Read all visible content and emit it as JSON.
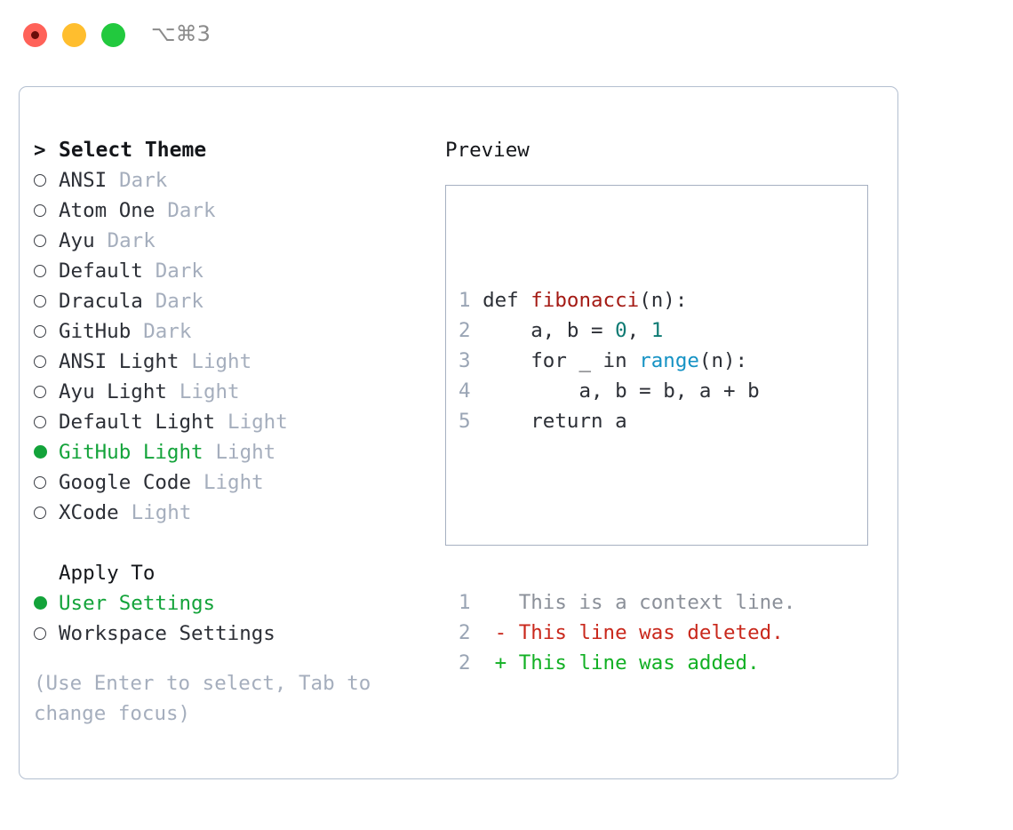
{
  "titlebar": {
    "buttons": [
      {
        "name": "close-button",
        "color": "#ff6259"
      },
      {
        "name": "minimize-button",
        "color": "#ffbe2e"
      },
      {
        "name": "maximize-button",
        "color": "#22c93e"
      }
    ],
    "shortcut": "⌥⌘3"
  },
  "colors": {
    "panel_border": "#b3bfd0",
    "preview_border": "#a6b0c1",
    "accent_green": "#13a33a",
    "muted": "#a5aebd",
    "text": "#2c2f36",
    "line_number": "#9aa5b5",
    "syntax_function": "#a41a14",
    "syntax_number": "#0d7a73",
    "syntax_call": "#1592c4",
    "diff_deleted": "#c9281c",
    "diff_added": "#12b024",
    "diff_context": "#8b9099"
  },
  "left": {
    "header": {
      "marker": ">",
      "label": "Select Theme"
    },
    "themes": [
      {
        "marker": "open",
        "name": "ANSI",
        "mode": "Dark",
        "selected": false
      },
      {
        "marker": "open",
        "name": "Atom One",
        "mode": "Dark",
        "selected": false
      },
      {
        "marker": "open",
        "name": "Ayu",
        "mode": "Dark",
        "selected": false
      },
      {
        "marker": "open",
        "name": "Default",
        "mode": "Dark",
        "selected": false
      },
      {
        "marker": "open",
        "name": "Dracula",
        "mode": "Dark",
        "selected": false
      },
      {
        "marker": "open",
        "name": "GitHub",
        "mode": "Dark",
        "selected": false
      },
      {
        "marker": "open",
        "name": "ANSI Light",
        "mode": "Light",
        "selected": false
      },
      {
        "marker": "open",
        "name": "Ayu Light",
        "mode": "Light",
        "selected": false
      },
      {
        "marker": "open",
        "name": "Default Light",
        "mode": "Light",
        "selected": false
      },
      {
        "marker": "filled",
        "name": "GitHub Light",
        "mode": "Light",
        "selected": true
      },
      {
        "marker": "open",
        "name": "Google Code",
        "mode": "Light",
        "selected": false
      },
      {
        "marker": "open",
        "name": "XCode",
        "mode": "Light",
        "selected": false
      }
    ],
    "apply_to": {
      "heading": "Apply To",
      "options": [
        {
          "marker": "filled",
          "label": "User Settings",
          "selected": true
        },
        {
          "marker": "open",
          "label": "Workspace Settings",
          "selected": false
        }
      ]
    },
    "hint": "(Use Enter to select, Tab to change focus)"
  },
  "right": {
    "title": "Preview",
    "code_lines": [
      {
        "number": "1",
        "tokens": [
          {
            "text": "def ",
            "style": "plain"
          },
          {
            "text": "fibonacci",
            "style": "fn"
          },
          {
            "text": "(n):",
            "style": "plain"
          }
        ]
      },
      {
        "number": "2",
        "tokens": [
          {
            "text": "    a, b = ",
            "style": "plain"
          },
          {
            "text": "0",
            "style": "num"
          },
          {
            "text": ", ",
            "style": "plain"
          },
          {
            "text": "1",
            "style": "num"
          }
        ]
      },
      {
        "number": "3",
        "tokens": [
          {
            "text": "    for _ in ",
            "style": "plain"
          },
          {
            "text": "range",
            "style": "call"
          },
          {
            "text": "(n):",
            "style": "plain"
          }
        ]
      },
      {
        "number": "4",
        "tokens": [
          {
            "text": "        a, b = b, a + b",
            "style": "plain"
          }
        ]
      },
      {
        "number": "5",
        "tokens": [
          {
            "text": "    return a",
            "style": "plain"
          }
        ]
      }
    ],
    "diff_lines": [
      {
        "number": "1",
        "sign": " ",
        "text": "This is a context line.",
        "style": "ctx"
      },
      {
        "number": "2",
        "sign": "-",
        "text": "This line was deleted.",
        "style": "del"
      },
      {
        "number": "2",
        "sign": "+",
        "text": "This line was added.",
        "style": "add"
      }
    ]
  }
}
